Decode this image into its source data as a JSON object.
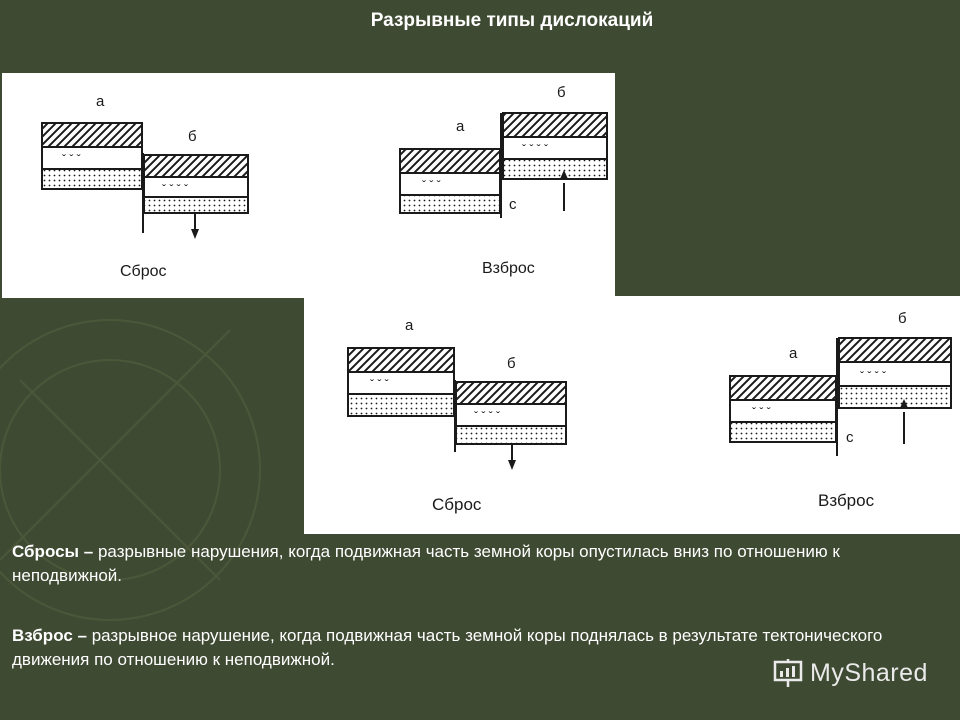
{
  "slide": {
    "title": "Разрывные типы дислокаций",
    "diagram_labels": {
      "a": "а",
      "b": "б",
      "c": "с",
      "sbros": "Сброс",
      "vzbros": "Взброс"
    },
    "definitions": [
      {
        "term": "Сбросы –",
        "text": " разрывные нарушения, когда подвижная часть земной коры опустилась вниз по отношению к неподвижной."
      },
      {
        "term": "Взброс –",
        "text": " разрывное нарушение, когда подвижная часть земной коры поднялась в результате тектонического движения по отношению к неподвижной."
      }
    ],
    "watermark": "MyShared"
  },
  "colors": {
    "background": "#3f4a33",
    "panel": "#ffffff",
    "ink": "#1a1a1a",
    "text": "#ffffff"
  }
}
